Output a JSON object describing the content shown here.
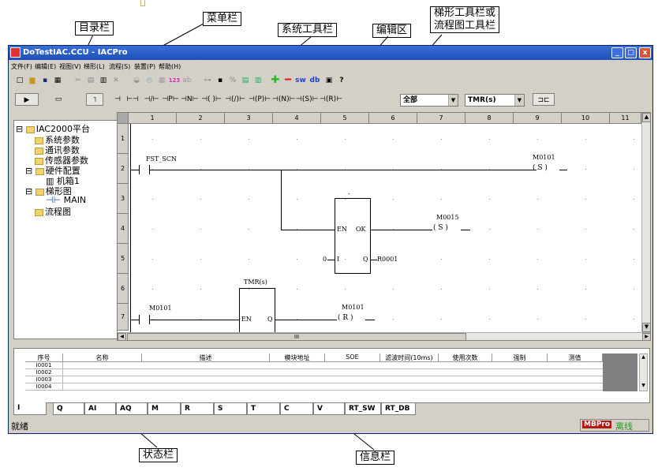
{
  "callouts": {
    "catalog": "目录栏",
    "menu": "菜单栏",
    "system_toolbar": "系统工具栏",
    "edit_area": "编辑区",
    "ladder_toolbar_1": "梯形工具栏或",
    "ladder_toolbar_2": "流程图工具栏",
    "status": "状态栏",
    "info": "信息栏"
  },
  "window": {
    "title": "DoTestIAC.CCU - IACPro",
    "controls": {
      "minimize": "_",
      "maximize": "□",
      "close": "x"
    }
  },
  "menu": [
    "文件(F)",
    "编辑(E)",
    "视图(V)",
    "梯形(L)",
    "流程(S)",
    "装置(P)",
    "帮助(H)"
  ],
  "system_toolbar": [
    "□",
    "▆",
    "▪",
    "▦",
    "✂",
    "▤",
    "▥",
    "✕",
    "◒",
    "◎",
    "▦",
    "123",
    "ab",
    "⊶",
    "▪",
    "%",
    "▤",
    "▥",
    "✚",
    "━",
    "sw",
    "db",
    "▣",
    "?"
  ],
  "ladder_toolbar": {
    "buttons": [
      "▶",
      "▭",
      "˥",
      "⊣",
      "⊢⊣",
      "⊣/⊢",
      "⊣P⊢",
      "⊣N⊢",
      "⊣(  )⊢",
      "⊣(/)⊢",
      "⊣(P)⊢",
      "⊣(N)⊢",
      "⊣(S)⊢",
      "⊣(R)⊢"
    ],
    "scope_select": "全部",
    "type_select": "TMR(s)",
    "block_button": "⊐⊏"
  },
  "tree": {
    "root": "IAC2000平台",
    "items": [
      "系统参数",
      "通讯参数",
      "传感器参数",
      "硬件配置",
      "机箱1",
      "梯形图",
      "MAIN",
      "流程图"
    ]
  },
  "ladder": {
    "columns": [
      "1",
      "2",
      "3",
      "4",
      "5",
      "6",
      "7",
      "8",
      "9",
      "10",
      "11"
    ],
    "rows": [
      "1",
      "2",
      "3",
      "4",
      "5",
      "6",
      "7"
    ],
    "rung2": {
      "contact": "FST_SCN",
      "coil_addr": "M0101",
      "coil": "S"
    },
    "block1": {
      "title": "-",
      "en": "EN",
      "ok": "OK",
      "i_val": "0",
      "i": "I",
      "q": "Q",
      "q_out": "R0001",
      "coil_addr": "M0015",
      "coil": "S"
    },
    "block2": {
      "title": "TMR(s)",
      "contact": "M0101",
      "en": "EN",
      "q": "Q",
      "coil_addr": "M0101",
      "coil": "R"
    },
    "hscroll_mark": "III"
  },
  "info": {
    "headers": [
      "序号",
      "名称",
      "描述",
      "模块地址",
      "SOE",
      "滤波时间(10ms)",
      "使用次数",
      "强制",
      "测值"
    ],
    "rows": [
      "I0001",
      "I0002",
      "I0003",
      "I0004"
    ],
    "tabs": [
      "I",
      "Q",
      "AI",
      "AQ",
      "M",
      "R",
      "S",
      "T",
      "C",
      "V",
      "RT_SW",
      "RT_DB"
    ]
  },
  "status": {
    "text": "就绪",
    "badge": "MBPro",
    "mode": "离线"
  }
}
